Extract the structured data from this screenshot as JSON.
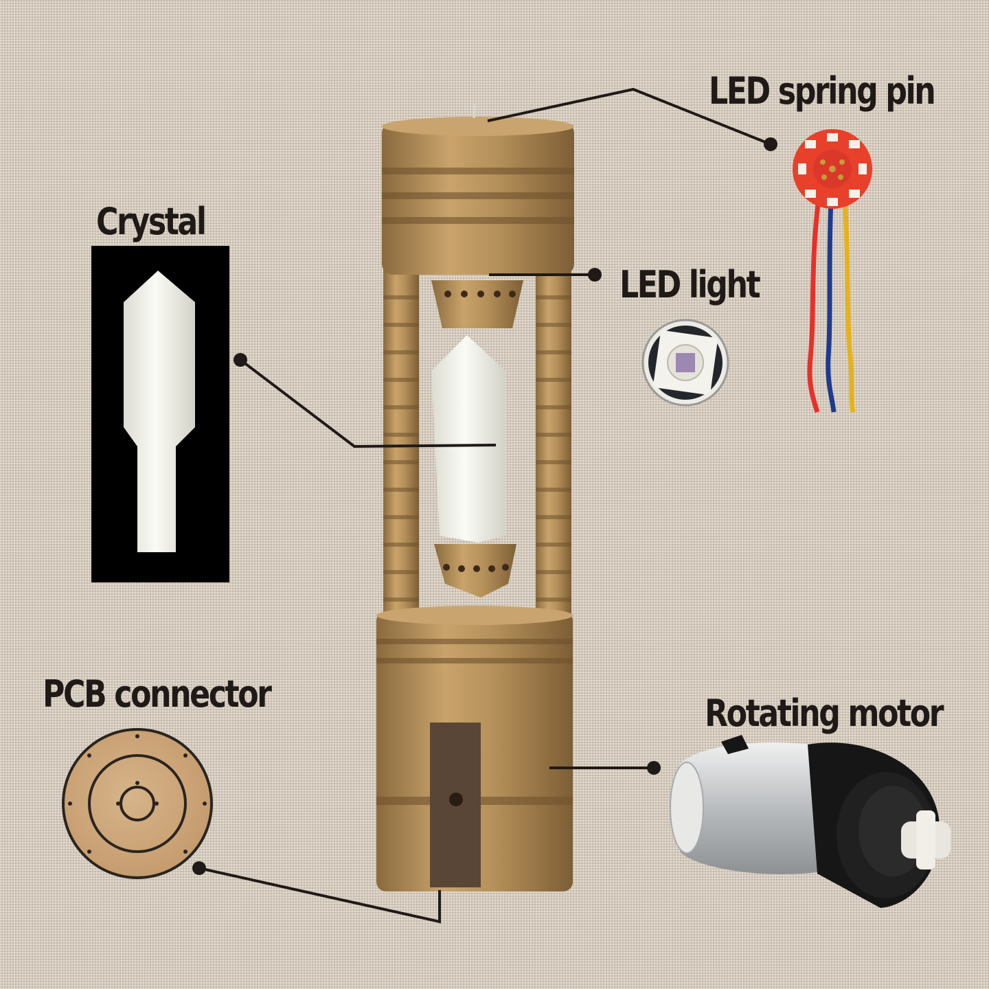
{
  "labels": {
    "led_spring_pin": "LED spring pin",
    "crystal": "Crystal",
    "led_light": "LED light",
    "pcb_connector": "PCB connector",
    "rotating_motor": "Rotating motor"
  },
  "colors": {
    "brass": "#b08a55",
    "brass_dark": "#7a5a32",
    "crystal": "#f2f1ea",
    "led_pcb_red": "#e8402a",
    "wire_red": "#e8302a",
    "wire_blue": "#1f3b8f",
    "wire_yellow": "#e6b21a",
    "callout_line": "#1f1a17"
  }
}
